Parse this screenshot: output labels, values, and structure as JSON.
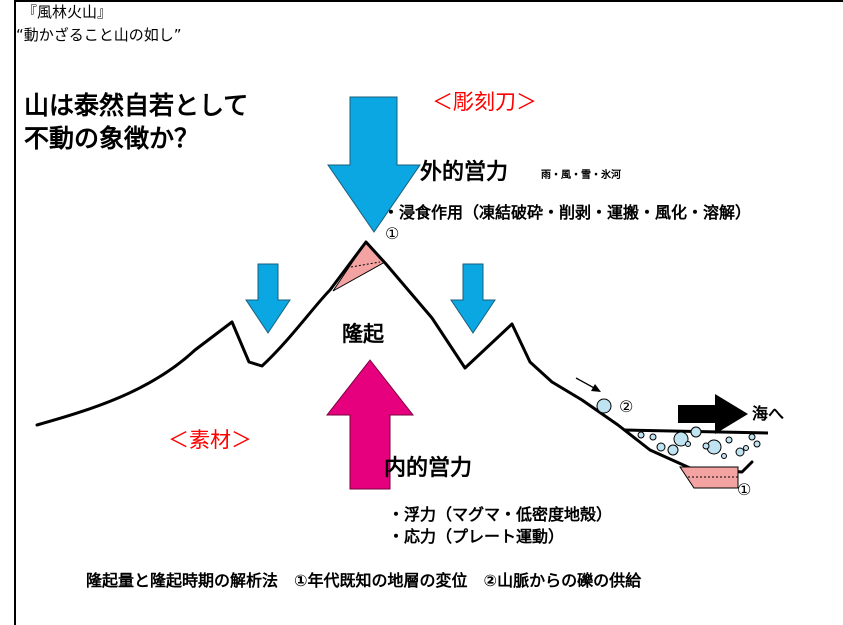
{
  "quote": {
    "line1": "『風林火山』",
    "line2": "“動かざること山の如し”"
  },
  "heading": {
    "line1": "山は泰然自若として",
    "line2": "不動の象徴か？"
  },
  "sculptor": "＜彫刻刀＞",
  "material": "＜素材＞",
  "exogenic": {
    "label": "外的営力",
    "agents": "雨・風・雪・氷河",
    "item": "・浸食作用（凍結破砕・削剥・運搬・風化・溶解）"
  },
  "uplift": "隆起",
  "endogenic": {
    "label": "内的営力",
    "item1": "・浮力（マグマ・低密度地殻）",
    "item2": "・応力（プレート運動）"
  },
  "markers": {
    "one": "①",
    "two": "②"
  },
  "to_sea": "海へ",
  "footer": "隆起量と隆起時期の解析法　①年代既知の地層の変位　②山脈からの礫の供給",
  "colors": {
    "erosion_arrow": "#0AA7E3",
    "uplift_arrow": "#E6007E",
    "accent_text": "#FF0000",
    "strata_fill": "#F4A3A3",
    "gravel_fill": "#BFE3F0"
  }
}
